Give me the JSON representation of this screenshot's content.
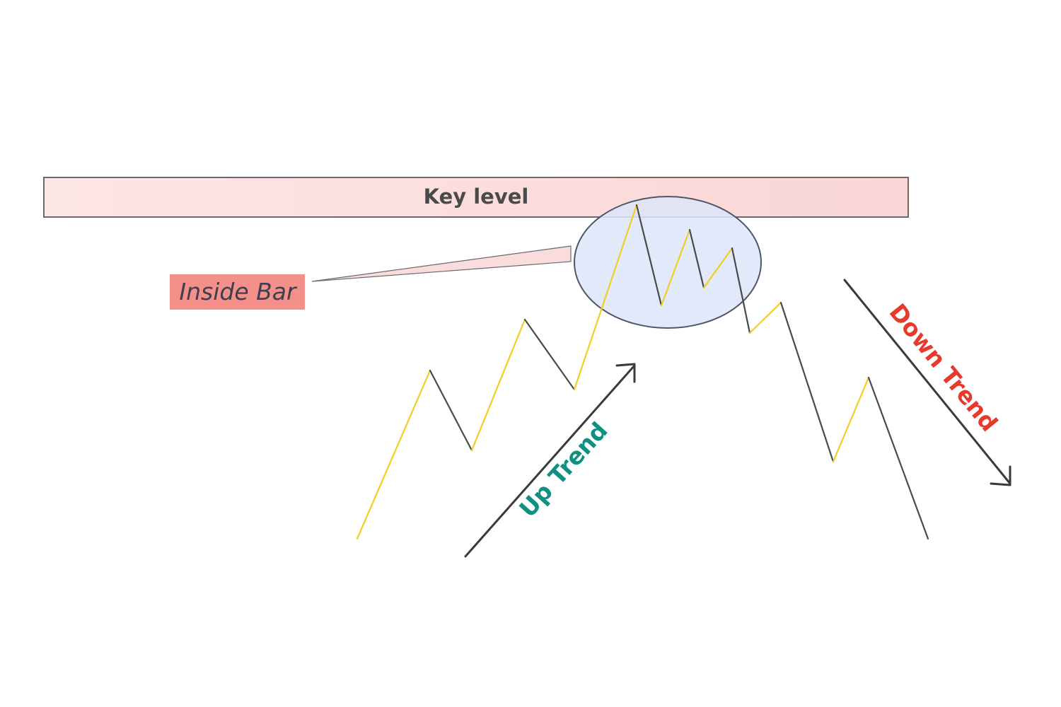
{
  "diagram": {
    "key_level": {
      "label": "Key level",
      "fill": "#fbdcdc",
      "stroke": "#6a6a6a"
    },
    "inside_bar": {
      "label": "Inside Bar",
      "badge_color": "#f4908a",
      "callout_fill": "#fbdcdc",
      "highlight_fill": "#dde5fa",
      "highlight_stroke": "#4f5568"
    },
    "up_trend": {
      "label": "Up Trend",
      "color": "#0f9080",
      "arrow_color": "#3a3a3a"
    },
    "down_trend": {
      "label": "Down Trend",
      "color": "#e53a2c",
      "arrow_color": "#3a3a3a"
    },
    "price_path": {
      "up_leg_color": "#f2cf1f",
      "down_leg_color": "#4a4a4a"
    }
  }
}
